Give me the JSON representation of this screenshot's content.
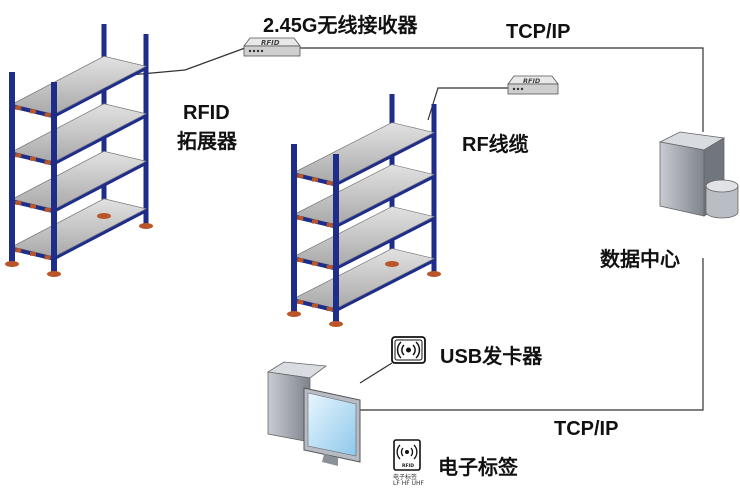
{
  "labels": {
    "wireless_receiver": "2.45G无线接收器",
    "tcpip_top": "TCP/IP",
    "rfid_line1": "RFID",
    "rfid_line2": "拓展器",
    "rf_cable": "RF线缆",
    "data_center": "数据中心",
    "usb_card_issuer": "USB发卡器",
    "tcpip_bottom": "TCP/IP",
    "electronic_tag": "电子标签"
  },
  "device_text": {
    "receiver_badge": "RFID",
    "tag_caption_line1": "电子标签",
    "tag_caption_line2": "LF HF UHF",
    "tag_chip": "RFID"
  },
  "colors": {
    "rack_frame": "#1f2d8a",
    "rack_shelf": "#c8c8c8",
    "rack_foot": "#b8562a",
    "line": "#333333",
    "server_gray": "#9aa0a8"
  }
}
